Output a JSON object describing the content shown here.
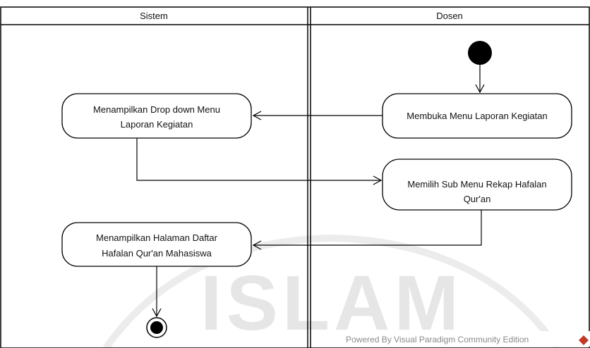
{
  "swimlanes": [
    {
      "label": "Sistem"
    },
    {
      "label": "Dosen"
    }
  ],
  "actions": {
    "open_menu": [
      "Membuka Menu Laporan Kegiatan"
    ],
    "show_dropdown": [
      "Menampilkan Drop down Menu",
      "Laporan Kegiatan"
    ],
    "choose_submenu": [
      "Memilih Sub Menu Rekap Hafalan",
      "Qur'an"
    ],
    "show_list": [
      "Menampilkan Halaman Daftar",
      "Hafalan Qur'an Mahasiswa"
    ]
  },
  "watermark": "ISLAM",
  "footer": "Powered By  Visual Paradigm Community Edition",
  "colors": {
    "line": "#000000",
    "node_fill": "#ffffff",
    "watermark": "#e4e4e4",
    "footer_text": "#8a8a8a",
    "vp_logo": "#c0392b"
  }
}
